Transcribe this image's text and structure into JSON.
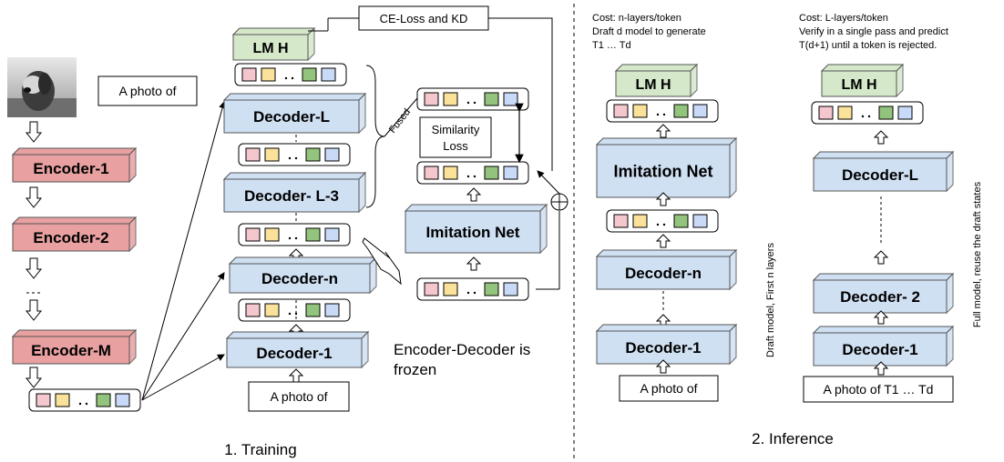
{
  "input_image_alt": "dog photo",
  "caption_top": "A photo of",
  "encoders": [
    "Encoder-1",
    "Encoder-2",
    "Encoder-M"
  ],
  "training": {
    "lm_head": "LM H",
    "decoder_l": "Decoder-L",
    "decoder_l3": "Decoder- L-3",
    "decoder_n": "Decoder-n",
    "decoder_1": "Decoder-1",
    "input": "A photo of",
    "ce_loss": "CE-Loss and KD",
    "fused": "Fused",
    "similarity_line1": "Similarity",
    "similarity_line2": "Loss",
    "imitation_net": "Imitation Net",
    "frozen_line1": "Encoder-Decoder is",
    "frozen_line2": "frozen",
    "section_label": "1. Training"
  },
  "inference_draft": {
    "cost_line1": "Cost: n-layers/token",
    "cost_line2": "Draft d model to generate",
    "cost_line3": "T1 … Td",
    "lm_head": "LM H",
    "imitation_net": "Imitation Net",
    "decoder_n": "Decoder-n",
    "decoder_1": "Decoder-1",
    "input": "A photo of",
    "side_label": "Draft model, First n layers"
  },
  "inference_full": {
    "cost_line1": "Cost: L-layers/token",
    "cost_line2": "Verify in a single pass and predict",
    "cost_line3": "T(d+1) until a token is rejected.",
    "lm_head": "LM H",
    "decoder_l": "Decoder-L",
    "decoder_2": "Decoder- 2",
    "decoder_1": "Decoder-1",
    "input": "A photo of T1 … Td",
    "side_label": "Full model, reuse the draft states"
  },
  "inference_label": "2. Inference",
  "colors": {
    "encoder": "#e8a0a0",
    "decoder": "#cfe0f3",
    "lm_head": "#d5e8c9",
    "token_pink": "#f4c6cd",
    "token_yellow": "#fbe29a",
    "token_green": "#93c47d",
    "token_blue": "#c9daf8"
  }
}
